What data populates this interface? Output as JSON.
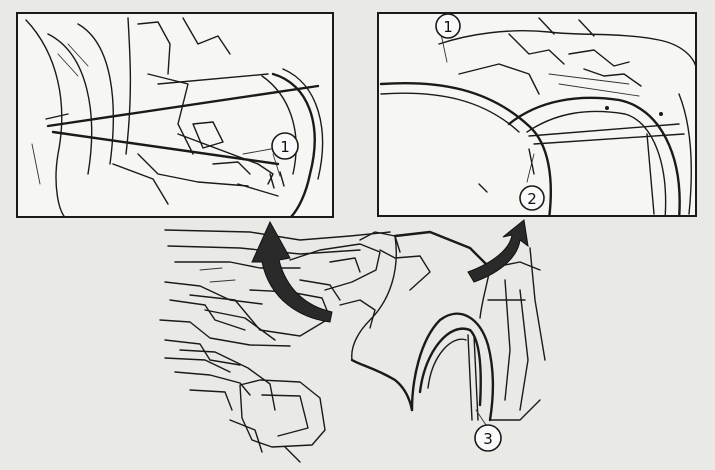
{
  "callouts": {
    "left_panel": "1",
    "right_top": "1",
    "right_bottom": "2",
    "main": "3"
  }
}
